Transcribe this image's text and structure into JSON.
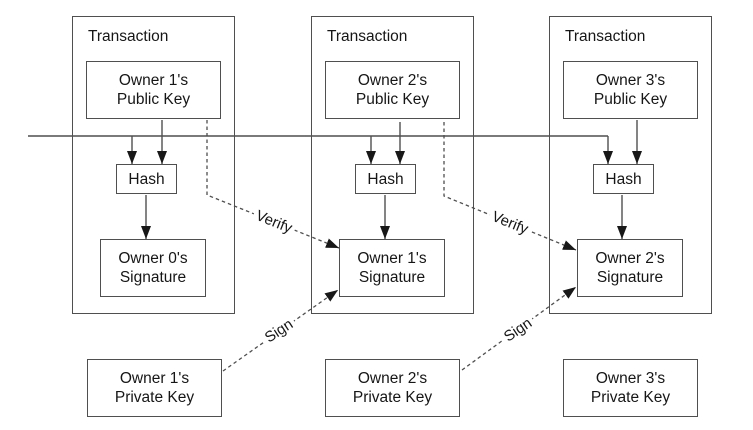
{
  "colors": {
    "background": "#ffffff",
    "line": "#4f4f4f",
    "arrowhead": "#181818",
    "text": "#161616"
  },
  "transactions": [
    {
      "title": "Transaction",
      "public_key": {
        "line1": "Owner 1's",
        "line2": "Public Key"
      },
      "hash_label": "Hash",
      "signature": {
        "line1": "Owner 0's",
        "line2": "Signature"
      }
    },
    {
      "title": "Transaction",
      "public_key": {
        "line1": "Owner 2's",
        "line2": "Public Key"
      },
      "hash_label": "Hash",
      "signature": {
        "line1": "Owner 1's",
        "line2": "Signature"
      }
    },
    {
      "title": "Transaction",
      "public_key": {
        "line1": "Owner 3's",
        "line2": "Public Key"
      },
      "hash_label": "Hash",
      "signature": {
        "line1": "Owner 2's",
        "line2": "Signature"
      }
    }
  ],
  "private_keys": [
    {
      "line1": "Owner 1's",
      "line2": "Private Key"
    },
    {
      "line1": "Owner 2's",
      "line2": "Private Key"
    },
    {
      "line1": "Owner 3's",
      "line2": "Private Key"
    }
  ],
  "edge_labels": {
    "verify_1": "Verify",
    "sign_1": "Sign",
    "verify_2": "Verify",
    "sign_2": "Sign"
  }
}
